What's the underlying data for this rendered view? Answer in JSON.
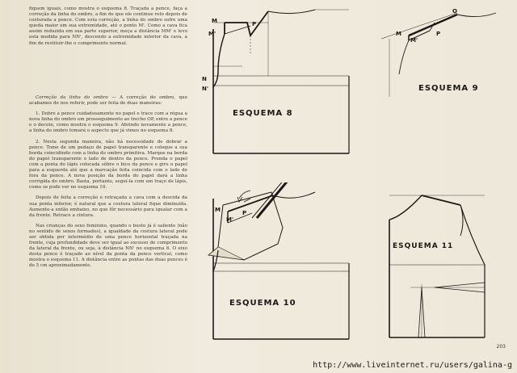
{
  "column1": {
    "paragraphs": [
      "fiquem iguais, como mostra o esquema 8. Traçada a pence, faça a correção da linha do ombro, a fim de que ele continue reto depois de costurada a pence. Com esta correção, a linha do ombro sofre uma queda maior em sua extremidade, até o ponto M'. Como a cava fica assim reduzida em sua parte superior, meça a distância MM' e levo esta medida para NN', descendo a extremidade inferior da cava, a fim de restituir-lhe o comprimento normal."
    ]
  },
  "column2": {
    "heading": "Correção da linha do ombro",
    "heading_rest": " — A correção do ombro, que acabamos de nos referir, pode ser feita de duas maneiras:",
    "paragraphs": [
      "1. Dobre a pence cuidadosamente no papel e trace com a régua a nova linha do ombro em prosseguimento ao trecho OP, entre a pence e o decote, como mostra o esquema 9. Abrindo novamente a pence, a linha do ombro tomará o aspecto que já vimos no esquema 8.",
      "2. Nesta segunda maneira, não há necessidade de dobrar a pence. Tome de um pedaço de papel transparente e coloque a sua borda coincidindo com a linha do ombro primitiva. Marque na borda do papel transparente o lado de dentro da pence. Prenda o papel com a ponta do lápis colocada sôbre o bico da pence e gire o papel para a esquerda até que a marcação feita coincida com o lado de fora da pence. A nova posição da borda do papel dará a linha corrigida do ombro. Basta, portanto, seguí-la com um traço de lápis, como se pode ver no esquema 10.",
      "Depois de feita a correção e retraçada a cava com a descida da sua ponta inferior, é natural que a costura lateral fique diminuída. Aumente-a então embaixo, no que fôr necessário para igualar com a da frente. Retrace a cintura.",
      "Nas crianças do sexo feminino, quando o busto já é saliente (não no sentido de sexos formados), a igualdade da costura lateral pode ser obtida por intermédio de uma pence horizontal traçada na frente, cuja profundidade deve ser igual ao excesso de comprimento da lateral da frente, ou seja, à distância NN' no esquema 8. O eixo desta pence é traçado ao nível da ponta da pence vertical, como mostra o esquema 11. A distância entre as pontas das duas pences é de 5 cm aproximadamente."
    ]
  },
  "figures": {
    "esquema8": {
      "label": "ESQUEMA 8",
      "points": {
        "m": "M",
        "m_prime": "M'",
        "p": "P",
        "n": "N",
        "n_prime": "N'"
      }
    },
    "esquema9": {
      "label": "ESQUEMA 9",
      "points": {
        "o": "O",
        "m": "M",
        "m_prime": "M'",
        "p": "P"
      }
    },
    "esquema10": {
      "label": "ESQUEMA 10",
      "points": {
        "m": "M",
        "m_prime": "M'",
        "p": "P"
      }
    },
    "esquema11": {
      "label": "ESQUEMA 11"
    }
  },
  "page_number": "203",
  "watermark_url": "http://www.liveinternet.ru/users/galina-g"
}
